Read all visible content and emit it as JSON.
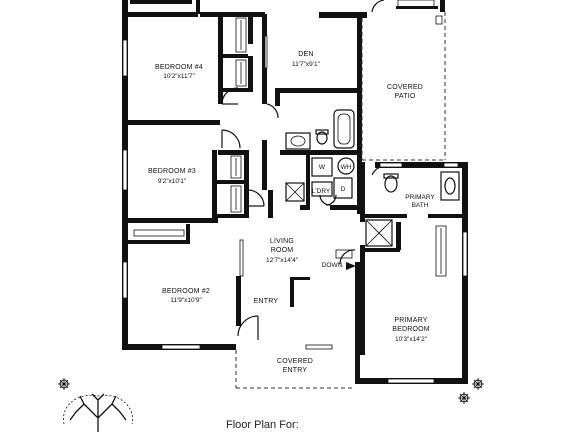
{
  "rooms": {
    "bedroom4": {
      "name": "BEDROOM #4",
      "dims": "10'2\"x11'7\""
    },
    "den": {
      "name": "DEN",
      "dims": "11'7\"x9'1\""
    },
    "covered_patio": {
      "line1": "COVERED",
      "line2": "PATIO"
    },
    "bedroom3": {
      "name": "BEDROOM #3",
      "dims": "9'2\"x10'1\""
    },
    "laundry": {
      "name": "L'DRY",
      "washer": "W",
      "water_heater": "WH",
      "dryer": "D"
    },
    "primary_bath": {
      "line1": "PRIMARY",
      "line2": "BATH"
    },
    "living_room": {
      "line1": "LIVING",
      "line2": "ROOM",
      "dims": "12'7\"x14'4\""
    },
    "bedroom2": {
      "name": "BEDROOM #2",
      "dims": "11'9\"x10'9\""
    },
    "entry": {
      "name": "ENTRY"
    },
    "primary_bedroom": {
      "line1": "PRIMARY",
      "line2": "BEDROOM",
      "dims": "10'3\"x14'2\""
    },
    "covered_entry": {
      "line1": "COVERED",
      "line2": "ENTRY"
    }
  },
  "labels": {
    "down": "DOWN"
  },
  "footer": {
    "title": "Floor Plan For:"
  }
}
